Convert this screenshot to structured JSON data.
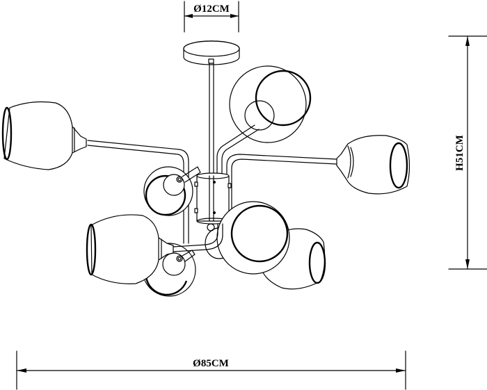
{
  "drawing": {
    "title": "Chandelier dimension drawing",
    "dimensions": {
      "canopy_diameter": "Ø12CM",
      "height": "H51CM",
      "overall_diameter": "Ø85CM"
    },
    "components": {
      "canopy": "ceiling-canopy",
      "downrod": "downrod",
      "body": "central-cylinder-body",
      "arms_count": 8,
      "shades_count": 8
    },
    "colors": {
      "line": "#000000",
      "background": "#ffffff"
    }
  }
}
